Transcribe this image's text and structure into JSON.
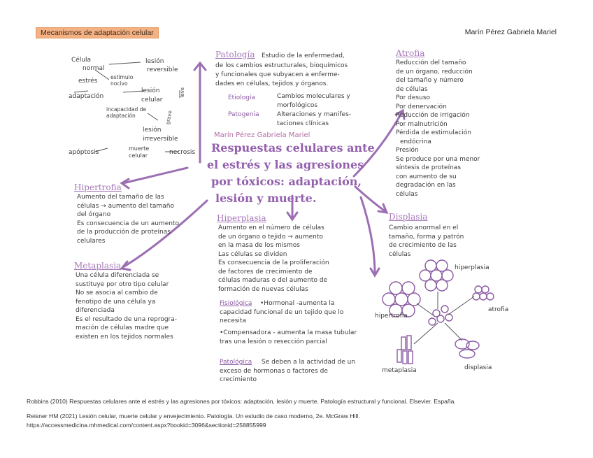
{
  "header": {
    "title": "Mecanismos de adaptación celular",
    "author": "Marín Pérez Gabriela Mariel"
  },
  "colors": {
    "highlight": "#f4b183",
    "ink_purple": "#8b5aa3"
  },
  "left_diagram": {
    "celula": "Célula",
    "normal": "normal",
    "lesion": "lesión",
    "reversible": "reversible",
    "estres": "estrés",
    "estimulo_nocivo": "estímulo nocivo",
    "adaptacion": "adaptación",
    "lesion_celular": "lesión celular",
    "incapacidad": "incapacidad de adaptación",
    "grave": "grave",
    "leve": "leve",
    "lesion_irreversible": "lesión irreversible",
    "apoptosis": "apóptosis",
    "muerte_celular": "muerte celular",
    "necrosis": "necrosis"
  },
  "patologia": {
    "title": "Patología",
    "lines": [
      "Estudio de la enfermedad,",
      "de los cambios estructurales, bioquímicos",
      "y funcionales que subyacen a enferme-",
      "dades en células, tejidos y órganos."
    ],
    "etiologia": "Etiología",
    "etiologia_desc": "Cambios moleculares y morfológicos",
    "patogenia": "Patogenia",
    "patogenia_desc": "Alteraciones y manifes- taciones clínicas"
  },
  "center": {
    "author": "Marín Pérez Gabriela Mariel",
    "title_lines": [
      "Respuestas celulares ante",
      "el estrés y las agresiones",
      "por tóxicos: adaptación,",
      "lesión y muerte."
    ]
  },
  "atrofia": {
    "title": "Atrofia",
    "lines": [
      "Reducción del tamaño",
      "de un órgano, reducción",
      "del tamaño y número",
      "de células",
      "Por desuso",
      "Por denervación",
      "Reducción de irrigación",
      "Por malnutrición",
      "Pérdida de estimulación",
      "endócrina",
      "Presión",
      "Se produce por una menor",
      "síntesis de proteínas",
      "con aumento de su",
      "degradación en las",
      "células"
    ]
  },
  "hipertrofia": {
    "title": "Hipertrofia",
    "lines": [
      "Aumento del tamaño de las",
      "células → aumento del tamaño",
      "del órgano",
      "Es consecuencia de un aumento",
      "de la producción de proteínas",
      "celulares"
    ]
  },
  "metaplasia": {
    "title": "Metaplasia",
    "lines": [
      "Una célula diferenciada se",
      "sustituye por otro tipo celular",
      "No se asocia al cambio de",
      "fenotipo de una célula ya",
      "diferenciada",
      "Es el resultado de una reprogra-",
      "mación de células madre que",
      "existen en los tejidos normales"
    ]
  },
  "hiperplasia": {
    "title": "Hiperplasia",
    "lines": [
      "Aumento en el número de células",
      "de un órgano o tejido → aumento",
      "en la masa de los mismos",
      "Las células se dividen",
      "Es consecuencia de la proliferación",
      "de factores de crecimiento de",
      "células maduras o del aumento de",
      "formación de nuevas células"
    ],
    "fisiologica": "Fisiológica",
    "fisiologica_desc": "•Hormonal -aumenta la capacidad funcional de un tejido que lo necesita",
    "compensadora": "•Compensadora - aumenta la masa tubular tras una lesión o resección parcial",
    "patologica": "Patológica",
    "patologica_desc": "Se deben a la actividad de un exceso de hormonas o factores de crecimiento"
  },
  "displasia": {
    "title": "Displasia",
    "lines": [
      "Cambio anormal en el",
      "tamaño, forma y patrón",
      "de crecimiento de las",
      "células"
    ]
  },
  "cell_diagram": {
    "hiperplasia": "hiperplasia",
    "hipertrofia": "hipertrofia",
    "atrofia": "atrofia",
    "metaplasia": "metaplasia",
    "displasia": "displasia"
  },
  "references": {
    "ref1": "Robbins (2010) Respuestas celulares ante el estrés y las agresiones por tóxicos: adaptación, lesión y muerte. Patología estructural y funcional. Elsevier. España.",
    "ref2": "Reisner HM (2021) Lesión celular, muerte celular y envejecimiento. Patología. Un estudio de caso moderno, 2e. McGraw Hill.",
    "ref3": "https://accessmedicina.mhmedical.com/content.aspx?bookid=3096&sectionid=258855999"
  }
}
